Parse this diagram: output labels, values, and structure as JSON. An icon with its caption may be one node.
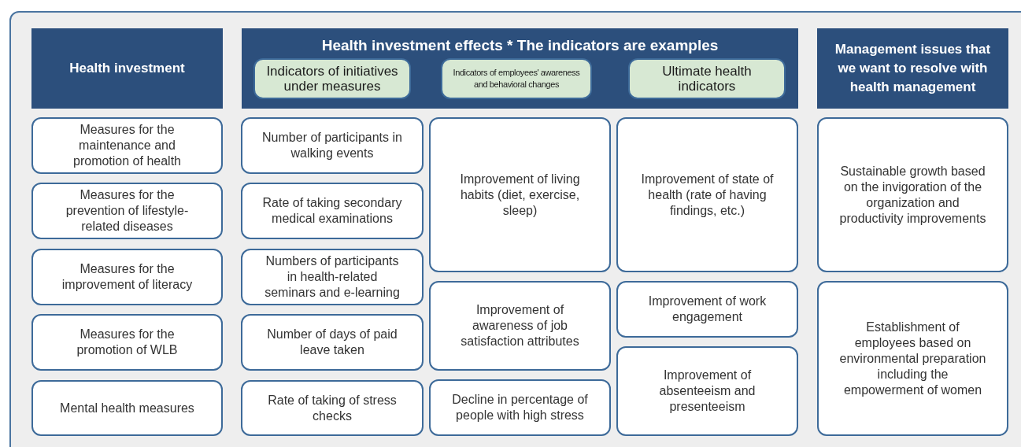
{
  "diagram": {
    "nodes": [
      {
        "text": [
          "Health investment"
        ]
      },
      {
        "text": [
          "Health investment effects * The indicators are examples"
        ]
      },
      {
        "text": [
          "Indicators of initiatives under measures"
        ],
        "in": 1
      },
      {
        "text": [
          "Indicators of employees' awareness and behavioral changes"
        ],
        "in": 1
      },
      {
        "text": [
          "Ultimate health indicators"
        ],
        "in": 1
      },
      {
        "text": [
          "Management issues that we want to resolve with health management"
        ]
      },
      {
        "text": [
          "Measures for the maintenance and promotion of health"
        ]
      },
      {
        "text": [
          "Measures for the prevention of lifestyle-related diseases"
        ]
      },
      {
        "text": [
          "Measures for the improvement of literacy"
        ]
      },
      {
        "text": [
          "Measures for the promotion of WLB"
        ]
      },
      {
        "text": [
          "Mental health measures"
        ]
      },
      {
        "text": [
          "Number of participants in walking events"
        ]
      },
      {
        "text": [
          "Rate of taking secondary medical examinations"
        ]
      },
      {
        "text": [
          "Numbers of participants in health-related seminars and e-learning"
        ]
      },
      {
        "text": [
          "Number of days of paid leave taken"
        ]
      },
      {
        "text": [
          "Rate of taking of stress checks"
        ]
      },
      {
        "text": [
          "Improvement of living habits (diet, exercise, sleep)"
        ]
      },
      {
        "text": [
          "Improvement of awareness of job satisfaction attributes"
        ]
      },
      {
        "text": [
          "Decline in percentage of people with high stress"
        ]
      },
      {
        "text": [
          "Improvement of state of health (rate of having findings, etc.)"
        ]
      },
      {
        "text": [
          "Improvement of work engagement"
        ]
      },
      {
        "text": [
          "Improvement of absenteeism and presenteeism"
        ]
      },
      {
        "text": [
          "Sustainable growth based on the invigoration of the organization and productivity improvements"
        ]
      },
      {
        "text": [
          "Establishment of employees based on environmental preparation including the empowerment of women"
        ]
      }
    ]
  }
}
